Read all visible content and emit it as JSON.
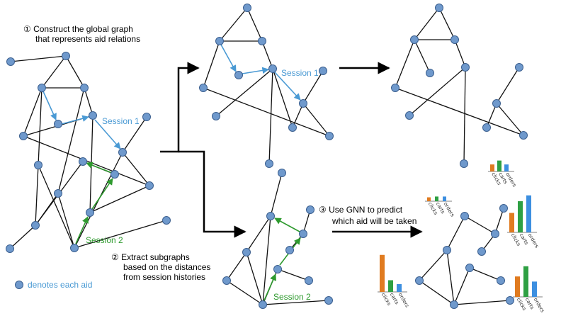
{
  "steps": {
    "step1_line1": "① Construct the global graph",
    "step1_line2": "that represents aid relations",
    "step2_line1": "② Extract subgraphs",
    "step2_line2": "based on the distances",
    "step2_line3": "from session histories",
    "step3_line1": "③ Use GNN to predict",
    "step3_line2": "which aid will be taken"
  },
  "labels": {
    "session1": "Session 1",
    "session2": "Session 2",
    "legend": "denotes each aid"
  },
  "bar_labels": [
    "clicks",
    "carts",
    "orders"
  ],
  "colors": {
    "node": "#6f99cc",
    "session1": "#4a9ad4",
    "session2": "#2e9a2e",
    "clicks": "#e07b20",
    "carts": "#2ea043",
    "orders": "#3d8fe0"
  },
  "chart_data": [
    {
      "type": "bar",
      "categories": [
        "clicks",
        "carts",
        "orders"
      ],
      "values": [
        0.45,
        0.7,
        0.45
      ],
      "ylim": [
        0,
        1
      ]
    },
    {
      "type": "bar",
      "categories": [
        "clicks",
        "carts",
        "orders"
      ],
      "values": [
        0.25,
        0.3,
        0.3
      ],
      "ylim": [
        0,
        1
      ]
    },
    {
      "type": "bar",
      "categories": [
        "clicks",
        "carts",
        "orders"
      ],
      "values": [
        0.5,
        0.8,
        0.95
      ],
      "ylim": [
        0,
        1
      ]
    },
    {
      "type": "bar",
      "categories": [
        "clicks",
        "carts",
        "orders"
      ],
      "values": [
        0.95,
        0.3,
        0.2
      ],
      "ylim": [
        0,
        1
      ]
    },
    {
      "type": "bar",
      "categories": [
        "clicks",
        "carts",
        "orders"
      ],
      "values": [
        0.6,
        0.9,
        0.45
      ],
      "ylim": [
        0,
        1
      ]
    }
  ]
}
